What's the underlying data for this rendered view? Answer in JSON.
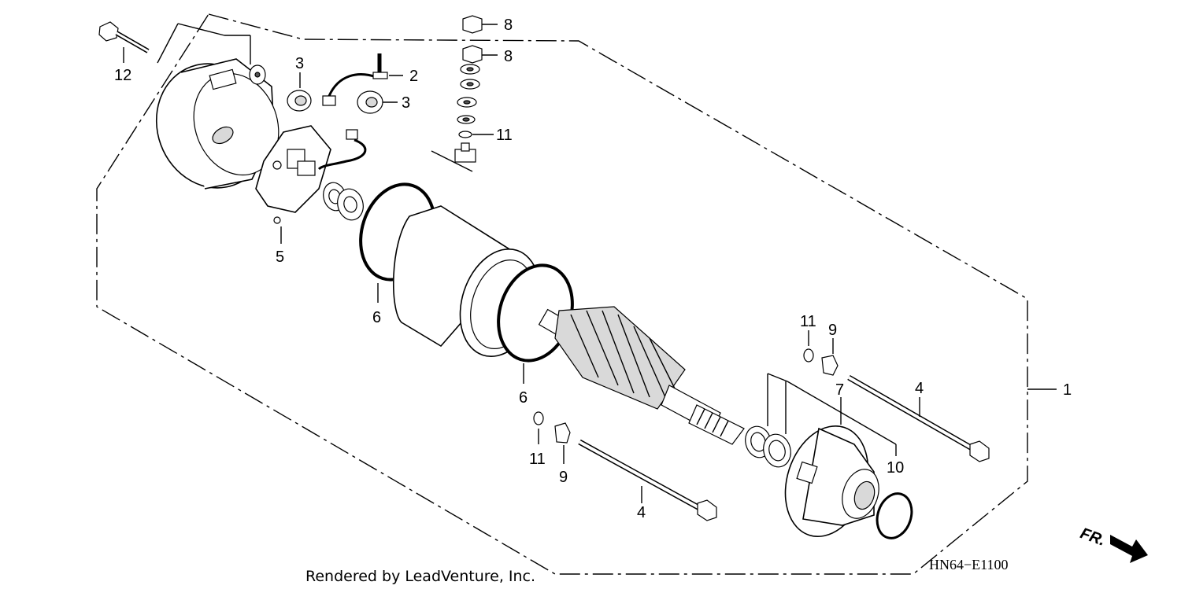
{
  "diagram": {
    "callouts": {
      "c1": "1",
      "c2": "2",
      "c3a": "3",
      "c3b": "3",
      "c4a": "4",
      "c4b": "4",
      "c5": "5",
      "c6a": "6",
      "c6b": "6",
      "c7": "7",
      "c8a": "8",
      "c8b": "8",
      "c9a": "9",
      "c9b": "9",
      "c10": "10",
      "c11a": "11",
      "c11b": "11",
      "c11c": "11",
      "c12": "12"
    },
    "direction_label": "FR.",
    "diagram_code": "HN64−E1100",
    "footer": "Rendered by LeadVenture, Inc."
  }
}
